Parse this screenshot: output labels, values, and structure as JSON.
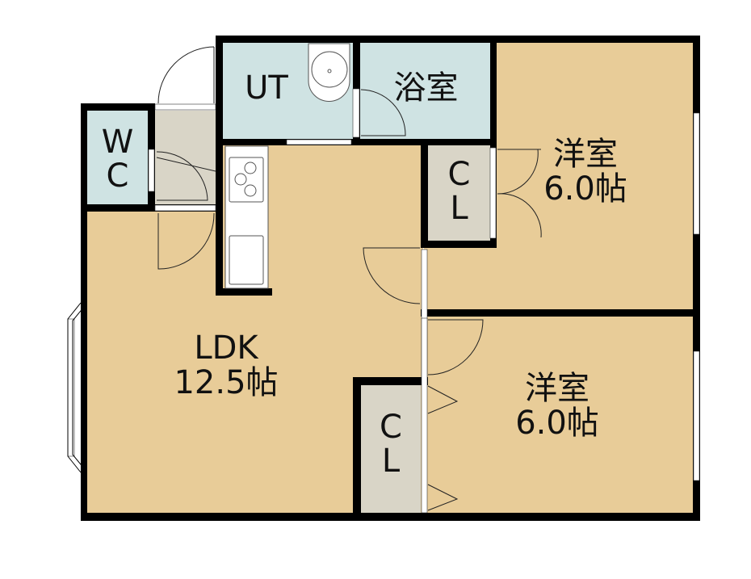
{
  "floorplan": {
    "rooms": {
      "ldk": {
        "name": "LDK",
        "size": "12.5帖"
      },
      "western_upper": {
        "name": "洋室",
        "size": "6.0帖"
      },
      "western_lower": {
        "name": "洋室",
        "size": "6.0帖"
      },
      "utility": {
        "name": "UT"
      },
      "bath": {
        "name": "浴室"
      },
      "toilet": {
        "name_line1": "W",
        "name_line2": "C"
      },
      "closet_upper": {
        "name_line1": "C",
        "name_line2": "L"
      },
      "closet_lower": {
        "name_line1": "C",
        "name_line2": "L"
      }
    },
    "colors": {
      "floor": "#e8cc98",
      "wet": "#cfe3e3",
      "closet": "#d9d5c7",
      "wall": "#000000"
    }
  }
}
